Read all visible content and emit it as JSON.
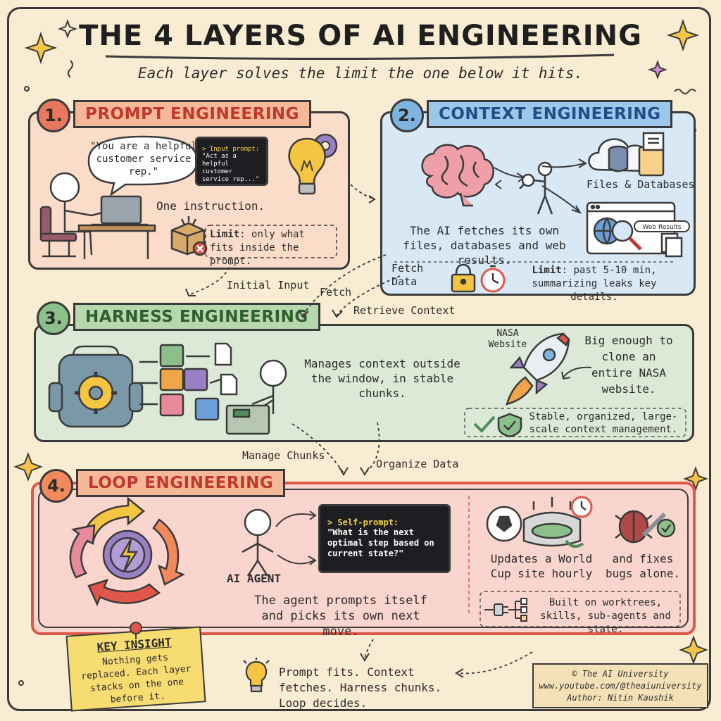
{
  "header": {
    "title": "THE 4 LAYERS OF AI ENGINEERING",
    "subtitle": "Each layer solves the limit the one below it hits."
  },
  "layers": [
    {
      "number": "1.",
      "title": "PROMPT ENGINEERING",
      "speech": "\"You are a helpful customer service rep.\"",
      "terminal_label": "> Input prompt:",
      "terminal_text": "\"Act as a helpful customer service rep...\"",
      "caption": "One instruction.",
      "limit_label": "Limit",
      "limit_text": ": only what fits inside the prompt."
    },
    {
      "number": "2.",
      "title": "CONTEXT ENGINEERING",
      "files_label": "Files & Databases",
      "web_label": "Web Results",
      "caption": "The AI fetches its own files, databases and web results.",
      "limit_label": "Limit",
      "limit_text": ": past 5-10 min, summarizing leaks key details."
    },
    {
      "number": "3.",
      "title": "HARNESS ENGINEERING",
      "caption": "Manages context outside the window, in stable chunks.",
      "nasa_label": "NASA Website",
      "nasa_caption": "Big enough to clone an entire NASA website.",
      "stable_caption": "Stable, organized, large-scale context management."
    },
    {
      "number": "4.",
      "title": "LOOP ENGINEERING",
      "agent_label": "AI AGENT",
      "terminal_label": "> Self-prompt:",
      "terminal_text": "\"What is the next optimal step based on current state?\"",
      "caption": "The agent prompts itself and picks its own next move.",
      "worldcup_caption": "Updates a World Cup site hourly",
      "bugs_caption": "and fixes bugs alone.",
      "built_caption": "Built on worktrees, skills, sub-agents and state."
    }
  ],
  "connectors": {
    "initial_input": "Initial Input",
    "fetch": "Fetch",
    "fetch_data": "Fetch Data",
    "retrieve_context": "Retrieve Context",
    "manage_chunks": "Manage Chunks",
    "organize_data": "Organize Data"
  },
  "insight": {
    "title": "KEY INSIGHT",
    "text": "Nothing gets replaced. Each layer stacks on the one before it."
  },
  "summary": "Prompt fits. Context fetches. Harness chunks. Loop decides.",
  "credits": {
    "line1": "© The AI University",
    "line2": "www.youtube.com/@theaiuniversity",
    "line3": "Author: Nitin Kaushik"
  },
  "colors": {
    "bg": "#f8ecd2",
    "layer1": "#fbdcc8",
    "layer2": "#d8e8f5",
    "layer3": "#dbe9d6",
    "layer4": "#f9d5ce",
    "accent_red": "#e0574a",
    "accent_blue": "#7fb3e0",
    "accent_green": "#8cc08a"
  }
}
